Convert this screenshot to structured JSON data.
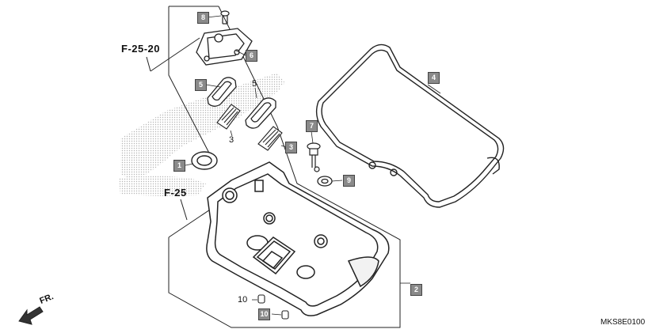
{
  "refs": {
    "f25_20": "F-25-20",
    "f25": "F-25"
  },
  "direction": "FR.",
  "diagram_code": "MKS8E0100",
  "callouts": {
    "b1": "1",
    "b2": "2",
    "b4": "4",
    "b5": "5",
    "b6": "6",
    "b7": "7",
    "b8": "8",
    "b9": "9",
    "b3": "3",
    "b10": "10",
    "t3": "3",
    "t5": "5",
    "t10": "10"
  },
  "colors": {
    "line": "#222222",
    "callout_box": "#8a8a8a",
    "stipple": "#bdbdbd"
  }
}
